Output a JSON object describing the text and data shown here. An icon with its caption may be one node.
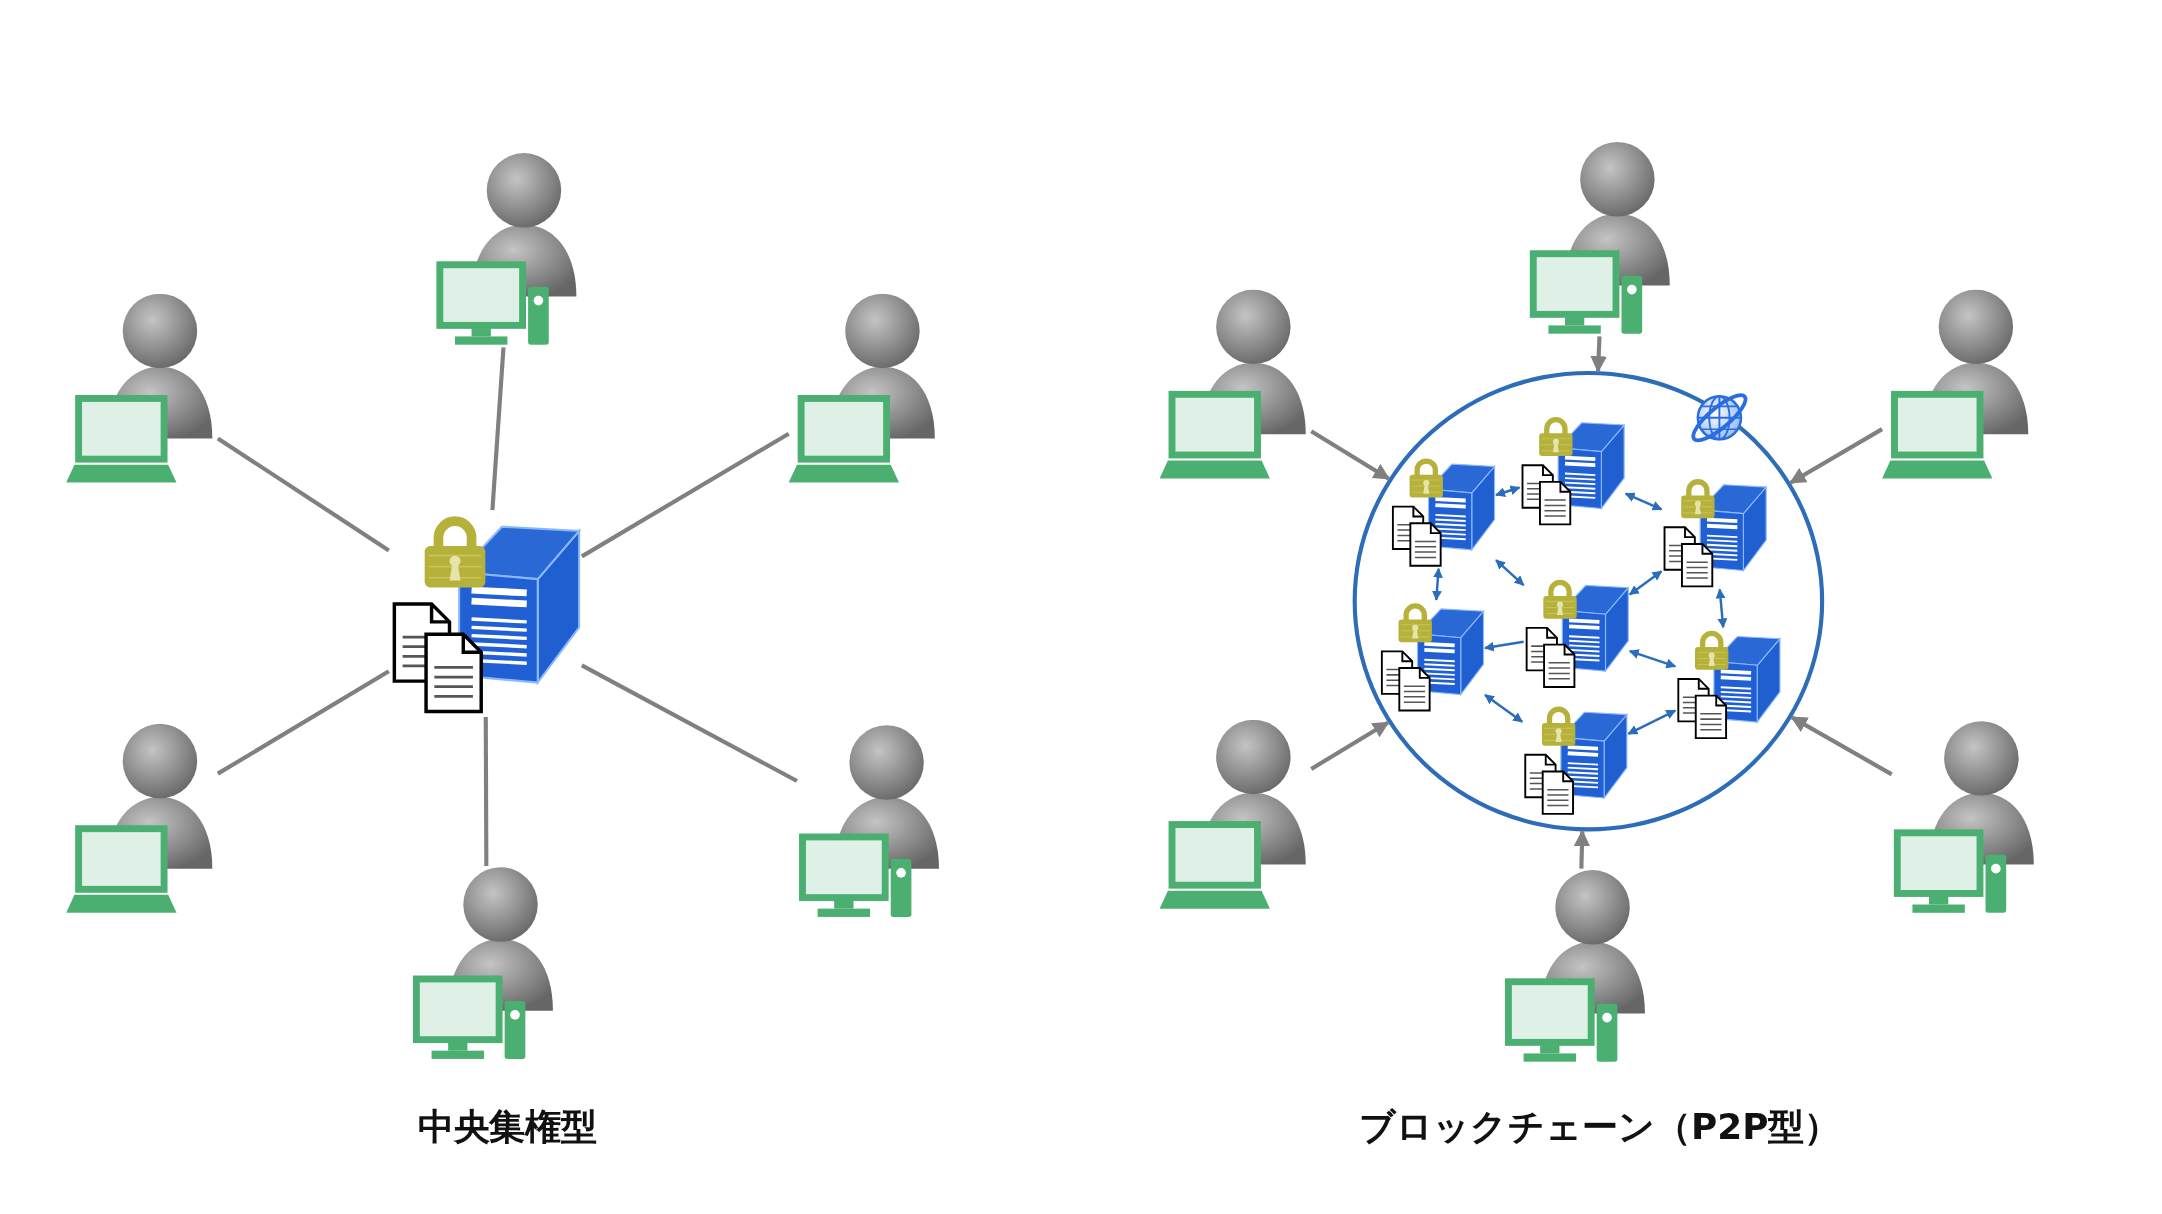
{
  "diagram": {
    "nodes": [
      {
        "text": [],
        "shape": "picture"
      },
      {
        "text": [],
        "shape": "picture"
      },
      {
        "text": [],
        "shape": "picture"
      },
      {
        "text": [],
        "shape": "picture"
      },
      {
        "text": [],
        "shape": "picture"
      },
      {
        "text": [],
        "shape": "picture"
      },
      {
        "text": [],
        "shape": "picture"
      },
      {
        "text": [],
        "shape": "circle"
      },
      {
        "text": [],
        "shape": "picture",
        "in": 7
      },
      {
        "text": [],
        "shape": "picture",
        "in": 7
      },
      {
        "text": [],
        "shape": "picture",
        "in": 7
      },
      {
        "text": [],
        "shape": "picture",
        "in": 7
      },
      {
        "text": [],
        "shape": "picture",
        "in": 7
      },
      {
        "text": [],
        "shape": "picture",
        "in": 7
      },
      {
        "text": [],
        "shape": "picture",
        "in": 7
      },
      {
        "text": [],
        "shape": "picture"
      },
      {
        "text": [],
        "shape": "picture"
      },
      {
        "text": [],
        "shape": "picture"
      },
      {
        "text": [],
        "shape": "picture"
      },
      {
        "text": [],
        "shape": "picture"
      },
      {
        "text": [],
        "shape": "picture"
      }
    ],
    "edges": [
      {
        "from": 1,
        "to": 0,
        "arrow": "none"
      },
      {
        "from": 2,
        "to": 0,
        "arrow": "none"
      },
      {
        "from": 3,
        "to": 0,
        "arrow": "none"
      },
      {
        "from": 4,
        "to": 0,
        "arrow": "none"
      },
      {
        "from": 5,
        "to": 0,
        "arrow": "none"
      },
      {
        "from": 6,
        "to": 0,
        "arrow": "none"
      },
      {
        "from": 15,
        "to": 7,
        "arrow": "to"
      },
      {
        "from": 16,
        "to": 7,
        "arrow": "to"
      },
      {
        "from": 17,
        "to": 7,
        "arrow": "to"
      },
      {
        "from": 18,
        "to": 7,
        "arrow": "to"
      },
      {
        "from": 19,
        "to": 7,
        "arrow": "to"
      },
      {
        "from": 20,
        "to": 7,
        "arrow": "to"
      },
      {
        "from": 8,
        "to": 9,
        "arrow": "both",
        "color": "#2a6ebb"
      },
      {
        "from": 9,
        "to": 10,
        "arrow": "both",
        "color": "#2a6ebb"
      },
      {
        "from": 8,
        "to": 11,
        "arrow": "both",
        "color": "#2a6ebb"
      },
      {
        "from": 8,
        "to": 12,
        "arrow": "both",
        "color": "#2a6ebb"
      },
      {
        "from": 10,
        "to": 12,
        "arrow": "both",
        "color": "#2a6ebb"
      },
      {
        "from": 10,
        "to": 13,
        "arrow": "both",
        "color": "#2a6ebb"
      },
      {
        "from": 12,
        "to": 11,
        "arrow": "to",
        "color": "#2a6ebb"
      },
      {
        "from": 12,
        "to": 13,
        "arrow": "both",
        "color": "#2a6ebb"
      },
      {
        "from": 11,
        "to": 14,
        "arrow": "both",
        "color": "#2a6ebb"
      },
      {
        "from": 14,
        "to": 13,
        "arrow": "both",
        "color": "#2a6ebb"
      }
    ],
    "labels": [
      "中央集権型",
      "ブロックチェーン（P2P型）"
    ]
  }
}
